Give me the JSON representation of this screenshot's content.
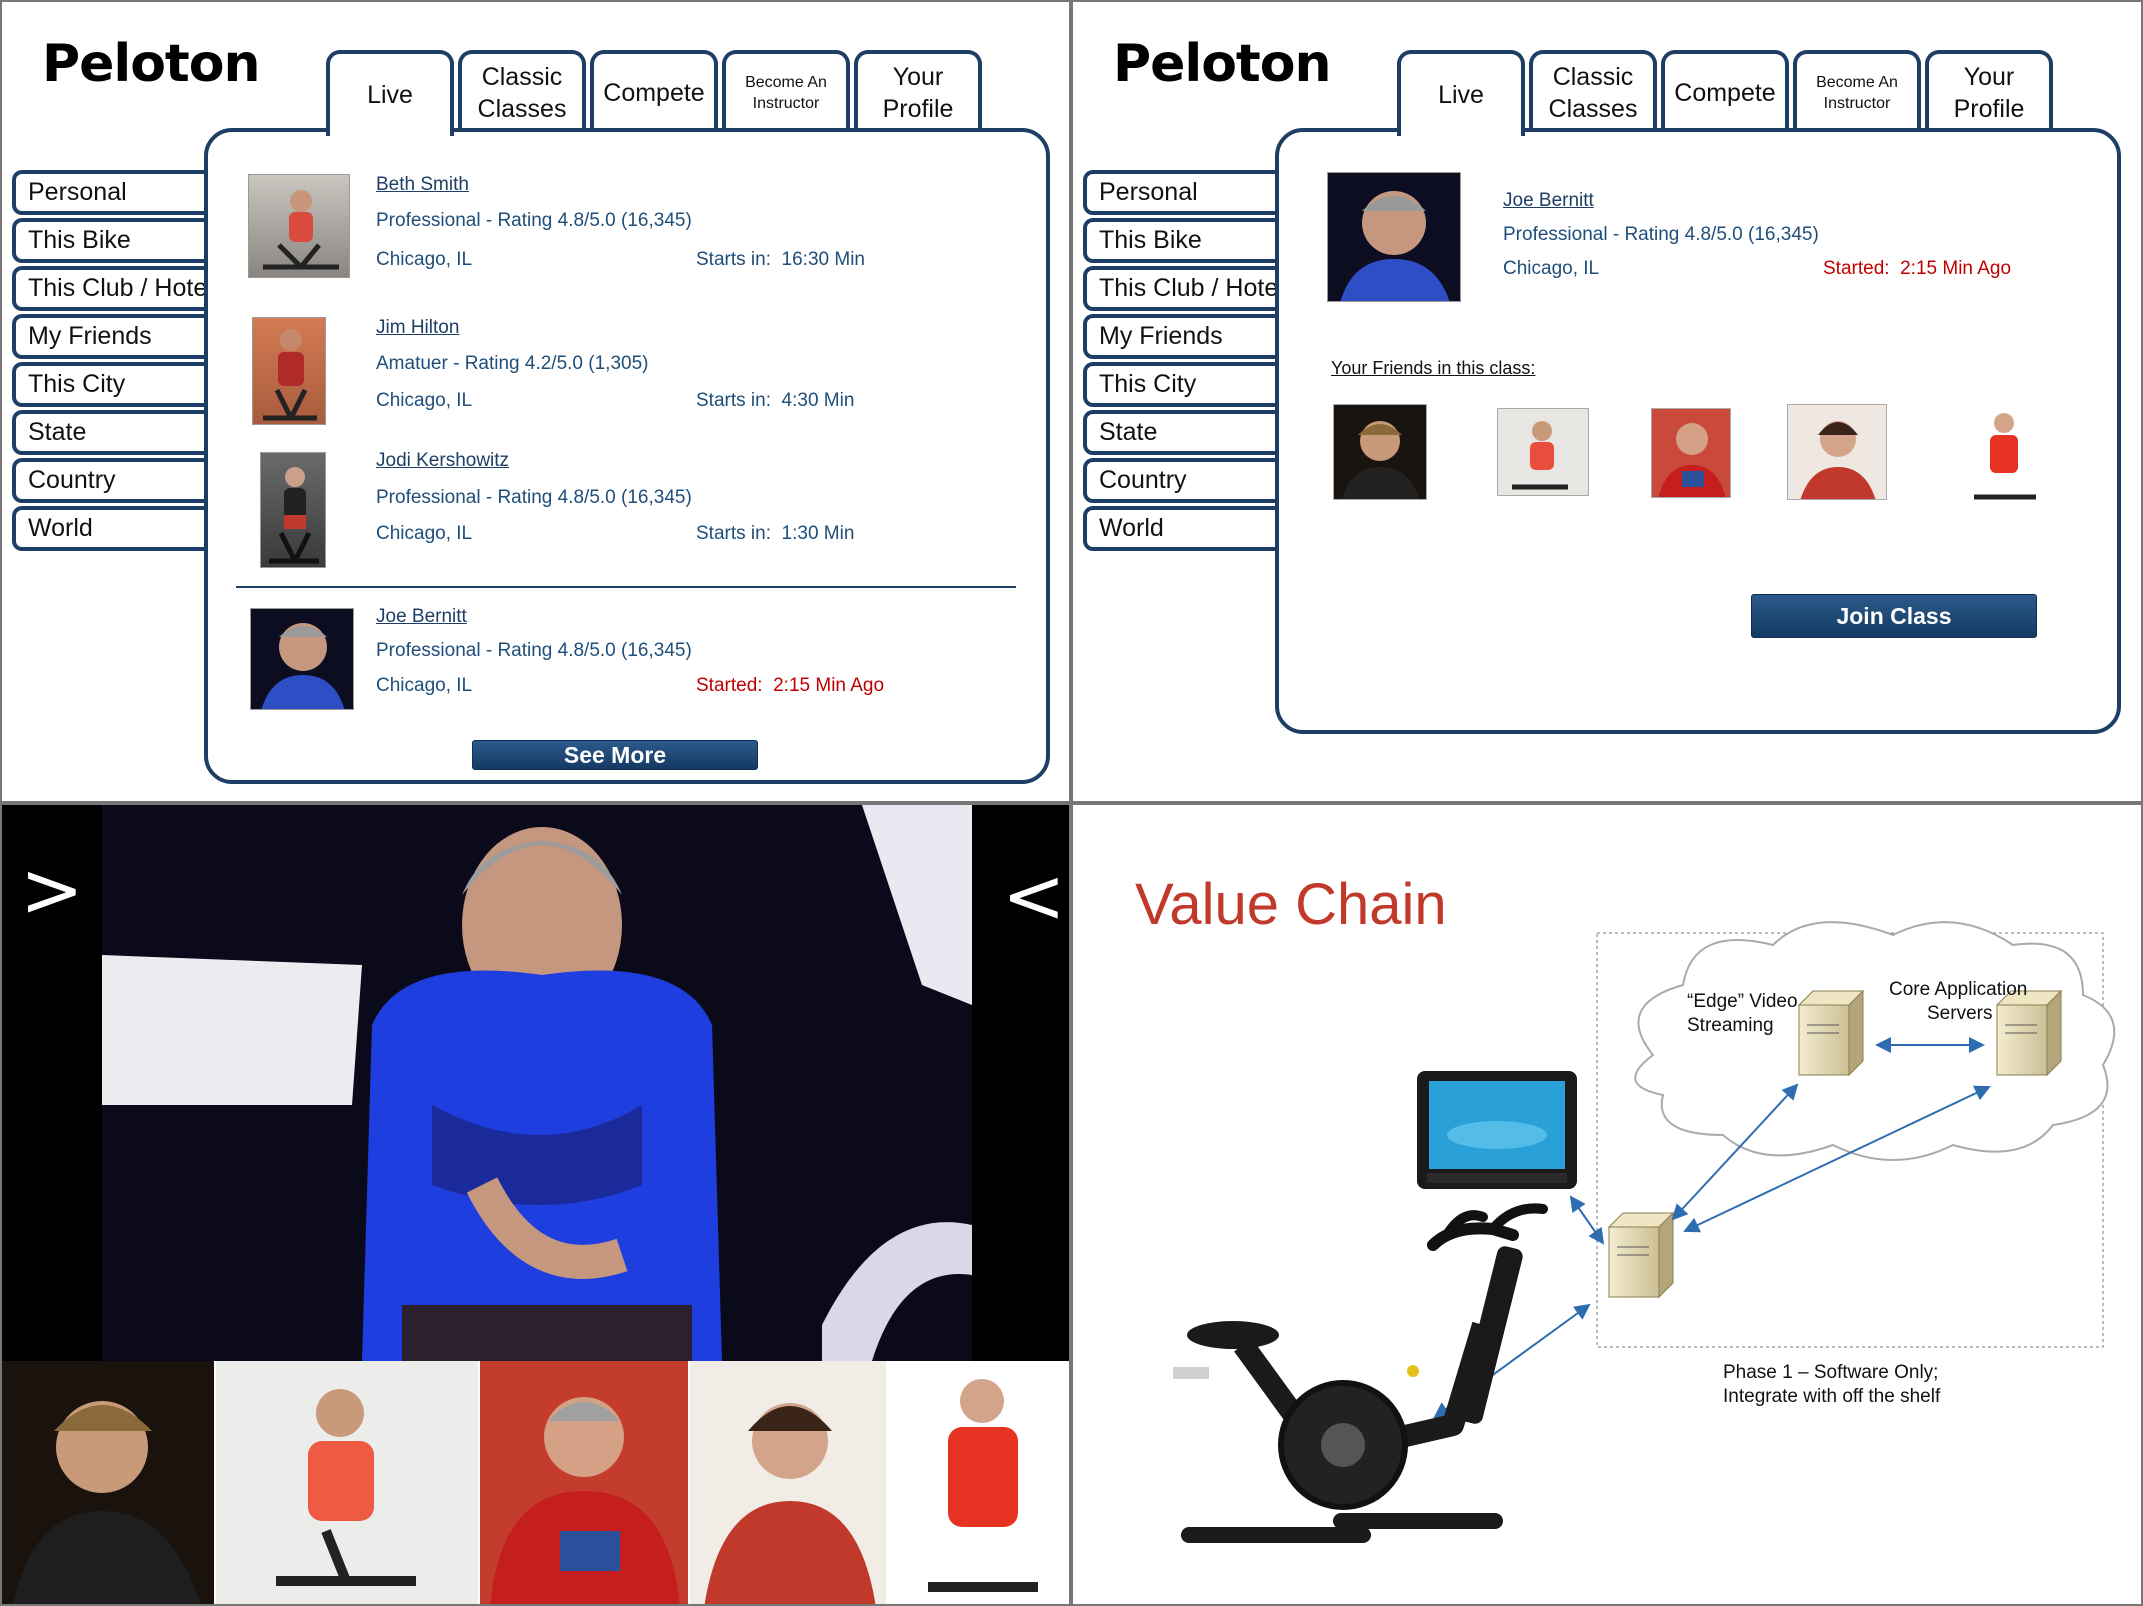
{
  "app": {
    "logo": "Peloton"
  },
  "tabs": [
    {
      "label": "Live"
    },
    {
      "label": "Classic Classes"
    },
    {
      "label": "Compete"
    },
    {
      "label": "Become An Instructor"
    },
    {
      "label": "Your Profile"
    }
  ],
  "sidebar": {
    "items": [
      {
        "label": "Personal"
      },
      {
        "label": "This Bike"
      },
      {
        "label": "This Club / Hotel"
      },
      {
        "label": "My Friends"
      },
      {
        "label": "This City"
      },
      {
        "label": "State"
      },
      {
        "label": "Country"
      },
      {
        "label": "World"
      }
    ]
  },
  "live_list": {
    "classes": [
      {
        "name": "Beth Smith",
        "level": "Professional  - Rating 4.8/5.0 (16,345)",
        "location": "Chicago, IL",
        "status_label": "Starts in:",
        "status_value": "16:30 Min"
      },
      {
        "name": "Jim Hilton",
        "level": "Amatuer  - Rating 4.2/5.0 (1,305)",
        "location": "Chicago, IL",
        "status_label": "Starts in:",
        "status_value": "4:30 Min"
      },
      {
        "name": "Jodi Kershowitz",
        "level": "Professional  - Rating 4.8/5.0 (16,345)",
        "location": "Chicago, IL",
        "status_label": "Starts in:",
        "status_value": "1:30 Min"
      },
      {
        "name": "Joe Bernitt",
        "level": "Professional  - Rating 4.8/5.0 (16,345)",
        "location": "Chicago, IL",
        "status_label": "Started:",
        "status_value": "2:15 Min Ago"
      }
    ],
    "see_more_label": "See More"
  },
  "class_detail": {
    "name": "Joe Bernitt",
    "level": "Professional  - Rating 4.8/5.0 (16,345)",
    "location": "Chicago, IL",
    "status_label": "Started:",
    "status_value": "2:15 Min Ago",
    "friends_label": "Your Friends in this class:",
    "join_label": "Join Class"
  },
  "video": {
    "next_arrow": ">",
    "prev_arrow": "<"
  },
  "value_chain": {
    "title": "Value Chain",
    "edge_label_1": "“Edge” Video",
    "edge_label_2": "Streaming",
    "core_label_1": "Core Application",
    "core_label_2": "Servers",
    "phase_label_1": "Phase 1 – Software Only;",
    "phase_label_2": "Integrate with off the shelf"
  },
  "colors": {
    "navy": "#1f3e66",
    "text_blue": "#1f4e79",
    "alert_red": "#c00000",
    "title_red": "#c0392b"
  }
}
